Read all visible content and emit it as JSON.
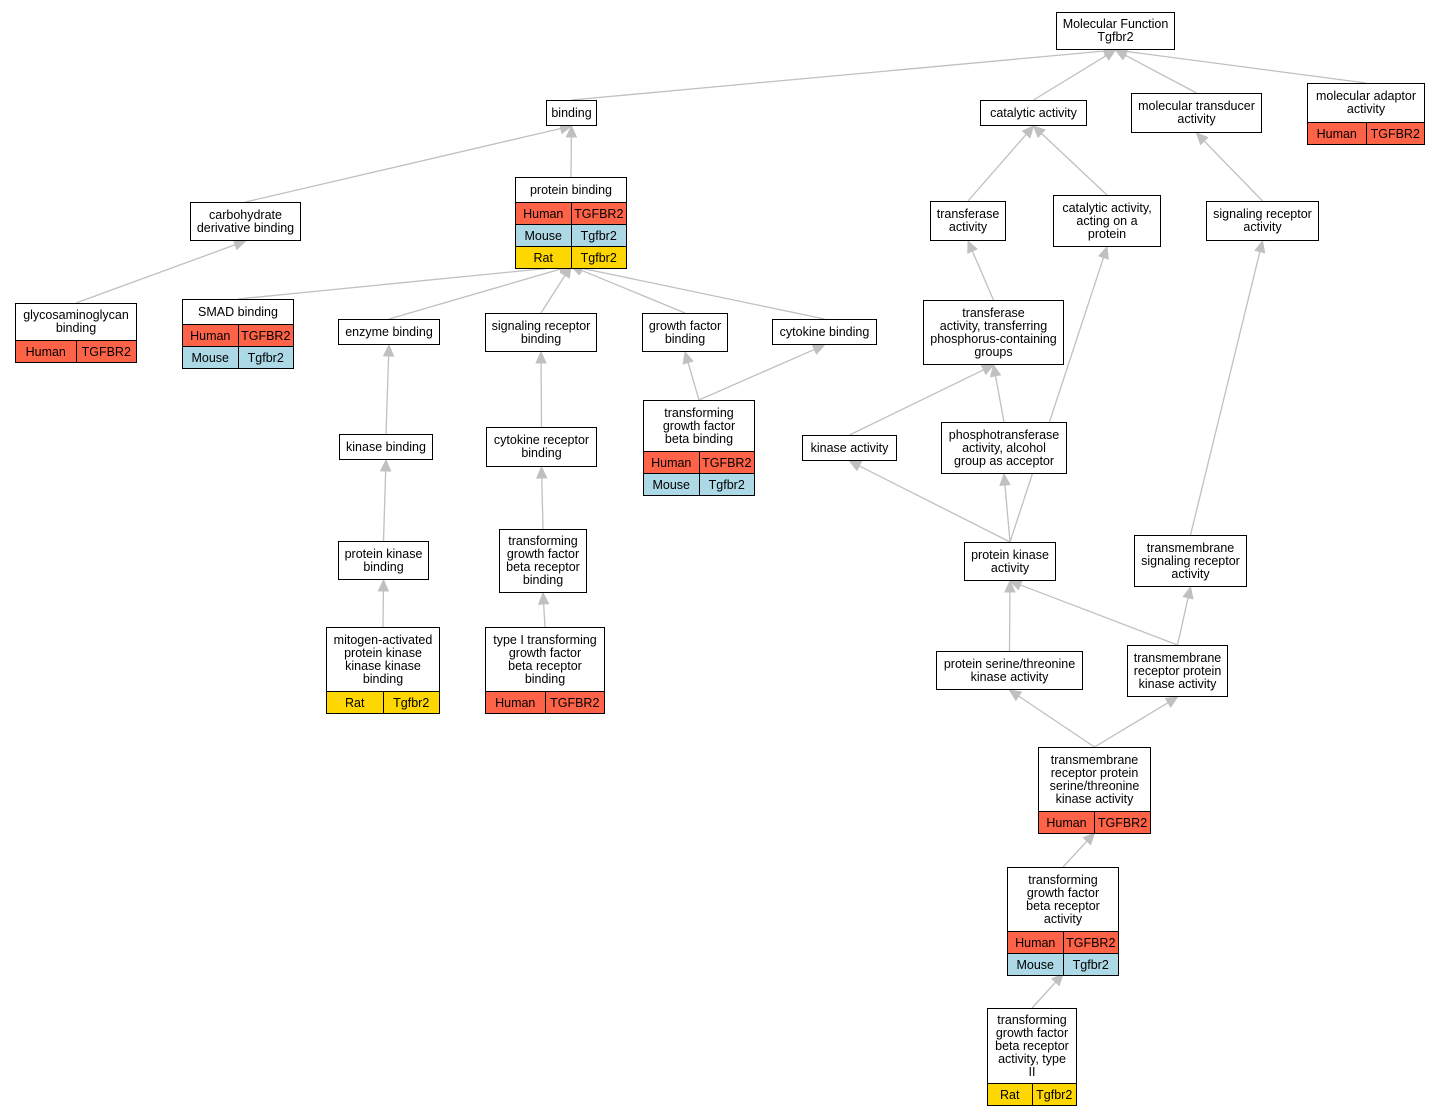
{
  "colors": {
    "edge": "#c0c0c0",
    "species": {
      "Human": "#ff6347",
      "Mouse": "#add8e6",
      "Rat": "#ffd700"
    }
  },
  "nodes": [
    {
      "id": "mf",
      "label": "Molecular Function\nTgfbr2"
    },
    {
      "id": "binding",
      "label": "binding"
    },
    {
      "id": "catalytic",
      "label": "catalytic activity"
    },
    {
      "id": "transducer",
      "label": "molecular transducer\nactivity"
    },
    {
      "id": "adaptor",
      "label": "molecular adaptor\nactivity",
      "rows": [
        [
          "Human",
          "TGFBR2"
        ]
      ]
    },
    {
      "id": "carb",
      "label": "carbohydrate\nderivative binding"
    },
    {
      "id": "protein_binding",
      "label": "protein binding",
      "rows": [
        [
          "Human",
          "TGFBR2"
        ],
        [
          "Mouse",
          "Tgfbr2"
        ],
        [
          "Rat",
          "Tgfbr2"
        ]
      ]
    },
    {
      "id": "transferase",
      "label": "transferase\nactivity"
    },
    {
      "id": "cat_protein",
      "label": "catalytic activity,\nacting on a\nprotein"
    },
    {
      "id": "sig_rec_act",
      "label": "signaling receptor\nactivity"
    },
    {
      "id": "gag",
      "label": "glycosaminoglycan\nbinding",
      "rows": [
        [
          "Human",
          "TGFBR2"
        ]
      ]
    },
    {
      "id": "smad",
      "label": "SMAD binding",
      "rows": [
        [
          "Human",
          "TGFBR2"
        ],
        [
          "Mouse",
          "Tgfbr2"
        ]
      ]
    },
    {
      "id": "enzyme",
      "label": "enzyme binding"
    },
    {
      "id": "sig_rec_bind",
      "label": "signaling receptor\nbinding"
    },
    {
      "id": "gf_bind",
      "label": "growth factor\nbinding"
    },
    {
      "id": "cyto_bind",
      "label": "cytokine binding"
    },
    {
      "id": "transf_phos",
      "label": "transferase\nactivity, transferring\nphosphorus-containing\ngroups"
    },
    {
      "id": "kinase_bind",
      "label": "kinase binding"
    },
    {
      "id": "cyto_rec_bind",
      "label": "cytokine receptor\nbinding"
    },
    {
      "id": "tgfb_bind",
      "label": "transforming\ngrowth factor\nbeta binding",
      "rows": [
        [
          "Human",
          "TGFBR2"
        ],
        [
          "Mouse",
          "Tgfbr2"
        ]
      ]
    },
    {
      "id": "kinase_act",
      "label": "kinase activity"
    },
    {
      "id": "phosphotrans",
      "label": "phosphotransferase\nactivity, alcohol\ngroup as acceptor"
    },
    {
      "id": "pk_bind",
      "label": "protein kinase\nbinding"
    },
    {
      "id": "tgfb_rec_bind",
      "label": "transforming\ngrowth factor\nbeta receptor\nbinding"
    },
    {
      "id": "pk_act",
      "label": "protein kinase\nactivity"
    },
    {
      "id": "tm_sig",
      "label": "transmembrane\nsignaling receptor\nactivity"
    },
    {
      "id": "mapkkk",
      "label": "mitogen-activated\nprotein kinase\nkinase kinase\nbinding",
      "rows": [
        [
          "Rat",
          "Tgfbr2"
        ]
      ]
    },
    {
      "id": "type1",
      "label": "type I transforming\ngrowth factor\nbeta receptor\nbinding",
      "rows": [
        [
          "Human",
          "TGFBR2"
        ]
      ]
    },
    {
      "id": "ser_thr",
      "label": "protein serine/threonine\nkinase activity"
    },
    {
      "id": "tm_rec_pk",
      "label": "transmembrane\nreceptor protein\nkinase activity"
    },
    {
      "id": "tm_rec_st",
      "label": "transmembrane\nreceptor protein\nserine/threonine\nkinase activity",
      "rows": [
        [
          "Human",
          "TGFBR2"
        ]
      ]
    },
    {
      "id": "tgfb_rec_act",
      "label": "transforming\ngrowth factor\nbeta receptor\nactivity",
      "rows": [
        [
          "Human",
          "TGFBR2"
        ],
        [
          "Mouse",
          "Tgfbr2"
        ]
      ]
    },
    {
      "id": "tgfb_rec_2",
      "label": "transforming\ngrowth factor\nbeta receptor\nactivity, type\nII",
      "rows": [
        [
          "Rat",
          "Tgfbr2"
        ]
      ]
    }
  ],
  "edges": [
    [
      "binding",
      "mf"
    ],
    [
      "catalytic",
      "mf"
    ],
    [
      "transducer",
      "mf"
    ],
    [
      "adaptor",
      "mf"
    ],
    [
      "carb",
      "binding"
    ],
    [
      "protein_binding",
      "binding"
    ],
    [
      "transferase",
      "catalytic"
    ],
    [
      "cat_protein",
      "catalytic"
    ],
    [
      "sig_rec_act",
      "transducer"
    ],
    [
      "gag",
      "carb"
    ],
    [
      "smad",
      "protein_binding"
    ],
    [
      "enzyme",
      "protein_binding"
    ],
    [
      "sig_rec_bind",
      "protein_binding"
    ],
    [
      "gf_bind",
      "protein_binding"
    ],
    [
      "cyto_bind",
      "protein_binding"
    ],
    [
      "transf_phos",
      "transferase"
    ],
    [
      "kinase_bind",
      "enzyme"
    ],
    [
      "cyto_rec_bind",
      "sig_rec_bind"
    ],
    [
      "tgfb_bind",
      "gf_bind"
    ],
    [
      "tgfb_bind",
      "cyto_bind"
    ],
    [
      "kinase_act",
      "transf_phos"
    ],
    [
      "phosphotrans",
      "transf_phos"
    ],
    [
      "pk_bind",
      "kinase_bind"
    ],
    [
      "tgfb_rec_bind",
      "cyto_rec_bind"
    ],
    [
      "pk_act",
      "kinase_act"
    ],
    [
      "pk_act",
      "phosphotrans"
    ],
    [
      "pk_act",
      "cat_protein"
    ],
    [
      "tm_sig",
      "sig_rec_act"
    ],
    [
      "mapkkk",
      "pk_bind"
    ],
    [
      "type1",
      "tgfb_rec_bind"
    ],
    [
      "ser_thr",
      "pk_act"
    ],
    [
      "tm_rec_pk",
      "pk_act"
    ],
    [
      "tm_rec_pk",
      "tm_sig"
    ],
    [
      "tm_rec_st",
      "ser_thr"
    ],
    [
      "tm_rec_st",
      "tm_rec_pk"
    ],
    [
      "tgfb_rec_act",
      "tm_rec_st"
    ],
    [
      "tgfb_rec_2",
      "tgfb_rec_act"
    ]
  ]
}
